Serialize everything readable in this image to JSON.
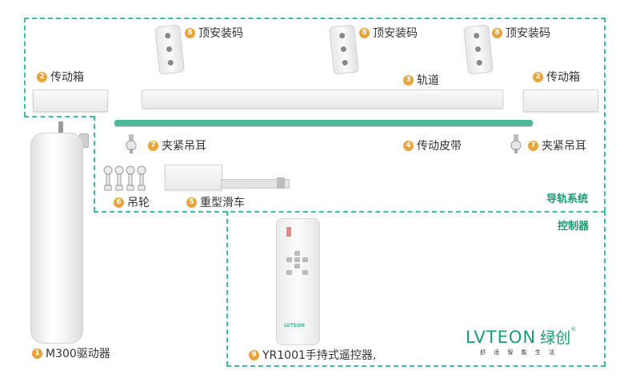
{
  "labels": {
    "motor": "M300驱动器",
    "remote": "YR1001手持式遥控器,",
    "top_mount_1": "顶安装码",
    "top_mount_2": "顶安装码",
    "top_mount_3": "顶安装码",
    "gearbox_left": "传动箱",
    "gearbox_right": "传动箱",
    "track": "轨道",
    "belt": "传动皮带",
    "clamp_left": "夹紧吊耳",
    "clamp_right": "夹紧吊耳",
    "pulley": "吊轮",
    "carriage": "重型滑车"
  },
  "numbers": {
    "motor": "1",
    "belt": "4",
    "gearbox": "2",
    "track": "3",
    "carriage": "5",
    "pulley": "6",
    "clamp": "7",
    "top_mount": "8",
    "remote": "9"
  },
  "groups": {
    "rail_system": "导轨系统",
    "controller": "控制器"
  },
  "brand": {
    "name_latin": "LVTEON",
    "name_cn": "绿创",
    "registered": "®",
    "slogan": "舒 适 智 能 生 活",
    "remote_logo": "LVTEON"
  },
  "colors": {
    "accent": "#3bbfa0",
    "belt": "#4fb89b",
    "badge": "#e9a33b",
    "brand": "#1a9b72"
  }
}
